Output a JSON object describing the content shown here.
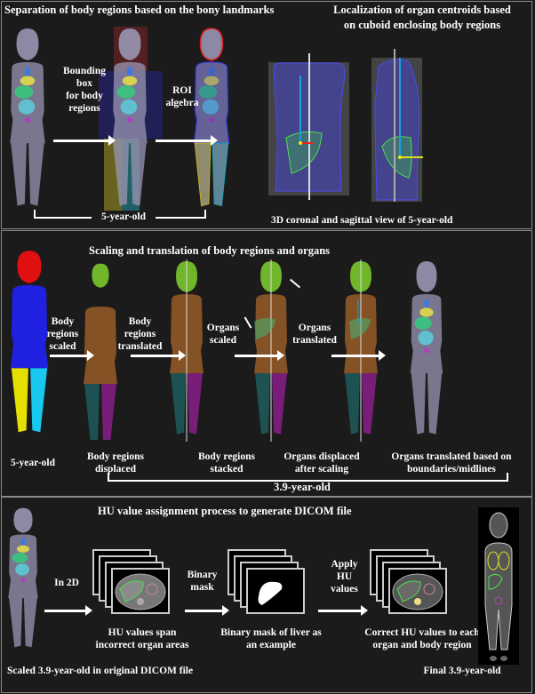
{
  "panel1": {
    "title_left": "Separation of body regions based on the bony landmarks",
    "title_right_line1": "Localization of organ centroids based",
    "title_right_line2": "on cuboid enclosing body regions",
    "step1_label": [
      "Bounding",
      "box",
      "for body",
      "regions"
    ],
    "step2_label": [
      "ROI",
      "algebra"
    ],
    "bracket_label": "5-year-old",
    "right_caption": "3D coronal and sagittal view of 5-year-old"
  },
  "panel2": {
    "title": "Scaling and translation of body regions and organs",
    "arrow_labels": [
      [
        "Body",
        "regions",
        "scaled"
      ],
      [
        "Body",
        "regions",
        "translated"
      ],
      [
        "Organs",
        "scaled"
      ],
      [
        "Organs",
        "translated"
      ]
    ],
    "captions": [
      [
        "5-year-old"
      ],
      [
        "Body regions",
        "displaced"
      ],
      [
        "Body regions",
        "stacked"
      ],
      [
        "Organs displaced",
        "after scaling"
      ],
      [
        "Organs translated based on",
        "boundaries/midlines"
      ]
    ],
    "bracket_label": "3.9-year-old"
  },
  "panel3": {
    "title": "HU value assignment process to generate DICOM file",
    "arrow_labels": [
      [
        "In 2D"
      ],
      [
        "Binary",
        "mask"
      ],
      [
        "Apply",
        "HU",
        "values"
      ]
    ],
    "captions": [
      [
        "HU values span",
        "incorrect organ areas"
      ],
      [
        "Binary mask of liver as",
        "an example"
      ],
      [
        "Correct HU values to each",
        "organ and body region"
      ]
    ],
    "left_caption": "Scaled 3.9-year-old in original DICOM file",
    "right_caption": "Final 3.9-year-old"
  },
  "colors": {
    "background": "#1b1b1b",
    "text": "#ffffff",
    "body": "#9a96b4",
    "liver": "#3fbf7f",
    "head_scaled": "#6fb62a",
    "torso_region": "#b06a2a",
    "left_leg": "#e5e000",
    "right_leg": "#19c8ee",
    "torso_blue": "#2020e0",
    "head_red": "#e01010"
  }
}
